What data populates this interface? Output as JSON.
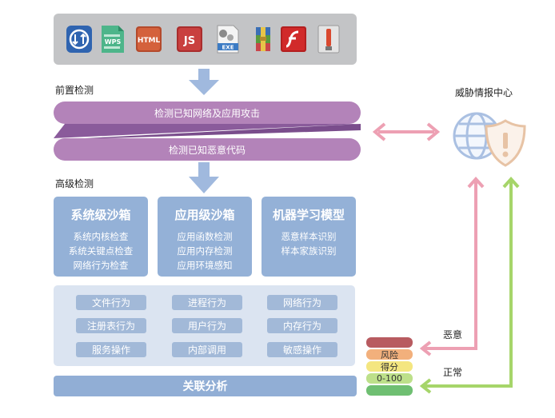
{
  "file_icons": [
    {
      "name": "download-app-icon",
      "label": ""
    },
    {
      "name": "wps-icon",
      "label": "WPS"
    },
    {
      "name": "html-icon",
      "label": "HTML"
    },
    {
      "name": "js-icon",
      "label": "JS"
    },
    {
      "name": "exe-icon",
      "label": "EXE"
    },
    {
      "name": "archive-icon",
      "label": ""
    },
    {
      "name": "flash-icon",
      "label": ""
    },
    {
      "name": "installer-icon",
      "label": ""
    }
  ],
  "pre_detection": {
    "label": "前置检测",
    "attack_pill": "检测已知网络及应用攻击",
    "malware_pill": "检测已知恶意代码"
  },
  "advanced_detection": {
    "label": "高级检测",
    "boxes": [
      {
        "title": "系统级沙箱",
        "lines": [
          "系统内核检查",
          "系统关键点检查",
          "网络行为检查"
        ]
      },
      {
        "title": "应用级沙箱",
        "lines": [
          "应用函数检测",
          "应用内存检测",
          "应用环境感知"
        ]
      },
      {
        "title": "机器学习模型",
        "lines": [
          "恶意样本识别",
          "样本家族识别"
        ]
      }
    ]
  },
  "behaviors": [
    [
      "文件行为",
      "进程行为",
      "网络行为"
    ],
    [
      "注册表行为",
      "用户行为",
      "内存行为"
    ],
    [
      "服务操作",
      "内部调用",
      "敏感操作"
    ]
  ],
  "correlation": "关联分析",
  "threat_intel": {
    "label": "威胁情报中心"
  },
  "score": {
    "lines": [
      "风险",
      "得分",
      "0-100"
    ]
  },
  "results": {
    "malicious": "恶意",
    "normal": "正常"
  },
  "colors": {
    "pill_purple": "#b383b9",
    "pill_dark": "#7a4d8c",
    "box_blue": "#94b1d7",
    "arrow_pink": "#eda0b3",
    "arrow_green": "#a6d56a",
    "arrow_blue": "#a0b9de"
  }
}
